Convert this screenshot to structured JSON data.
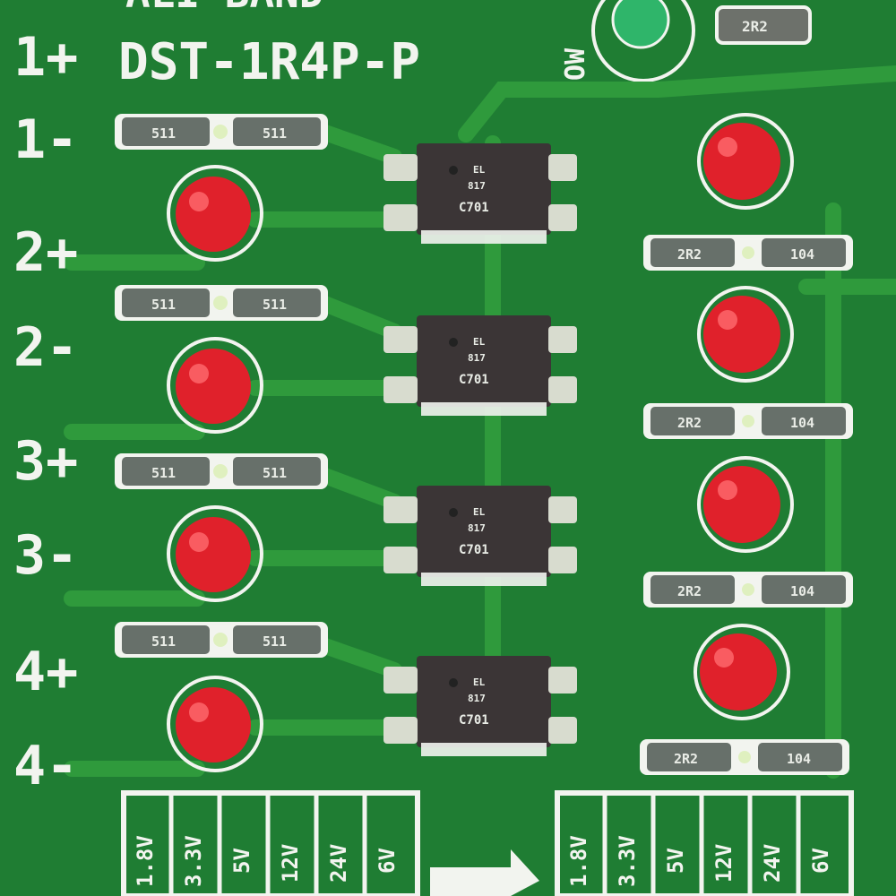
{
  "board": {
    "brand": "ALI BAND",
    "model": "DST-1R4P-P",
    "power_label": "POW",
    "power_led_color": "#2fb56a",
    "pcb_color": "#1f7d33",
    "trace_color": "#2f9a3c",
    "led_color": "#e0212b",
    "silk_color": "#f2f4ef"
  },
  "pins": {
    "left_labels": [
      "1+",
      "1-",
      "2+",
      "2-",
      "3+",
      "3-",
      "4+",
      "4-"
    ]
  },
  "components": {
    "input_resistor_code": "511",
    "output_resistor_codes": [
      "2R2",
      "104"
    ],
    "power_resistor_code": "2R2",
    "optocoupler_marking": [
      "EL",
      "817",
      "C701"
    ]
  },
  "voltage_selectors": {
    "input": [
      "1.8V",
      "3.3V",
      "5V",
      "12V",
      "24V",
      "6V"
    ],
    "output": [
      "1.8V",
      "3.3V",
      "5V",
      "12V",
      "24V",
      "6V"
    ]
  }
}
